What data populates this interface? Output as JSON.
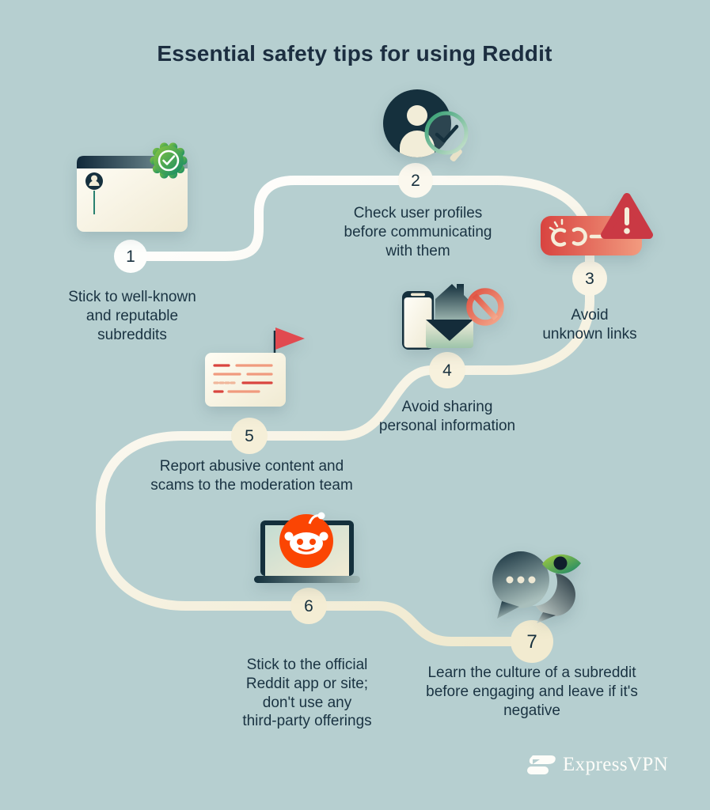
{
  "title": "Essential safety tips for using Reddit",
  "steps": [
    {
      "number": "1",
      "label": "Stick to well-known\nand reputable\nsubreddits",
      "icon": "verified-browser-card-icon"
    },
    {
      "number": "2",
      "label": "Check user profiles\nbefore communicating\nwith them",
      "icon": "profile-magnifier-check-icon"
    },
    {
      "number": "3",
      "label": "Avoid\nunknown links",
      "icon": "broken-link-warning-icon"
    },
    {
      "number": "4",
      "label": "Avoid sharing\npersonal information",
      "icon": "phone-home-mail-blocked-icon"
    },
    {
      "number": "5",
      "label": "Report abusive content and\nscams to the moderation team",
      "icon": "flagged-report-card-icon"
    },
    {
      "number": "6",
      "label": "Stick to the official\nReddit app or site;\ndon't use any\nthird-party offerings",
      "icon": "laptop-reddit-logo-icon"
    },
    {
      "number": "7",
      "label": "Learn the culture of a subreddit\nbefore engaging and leave if it's\nnegative",
      "icon": "chat-bubbles-eye-icon"
    }
  ],
  "brand": {
    "name": "ExpressVPN"
  },
  "colors": {
    "background": "#b6cfd0",
    "text": "#1a3342",
    "path_start": "#ffffff",
    "path_end": "#f0e9ce",
    "navy": "#16303e",
    "cream": "#f3eed9",
    "green_light": "#8cc63f",
    "green_dark": "#0e8a68",
    "red": "#d9464a",
    "salmon": "#f0937a",
    "reddit_orange": "#fb4503"
  }
}
